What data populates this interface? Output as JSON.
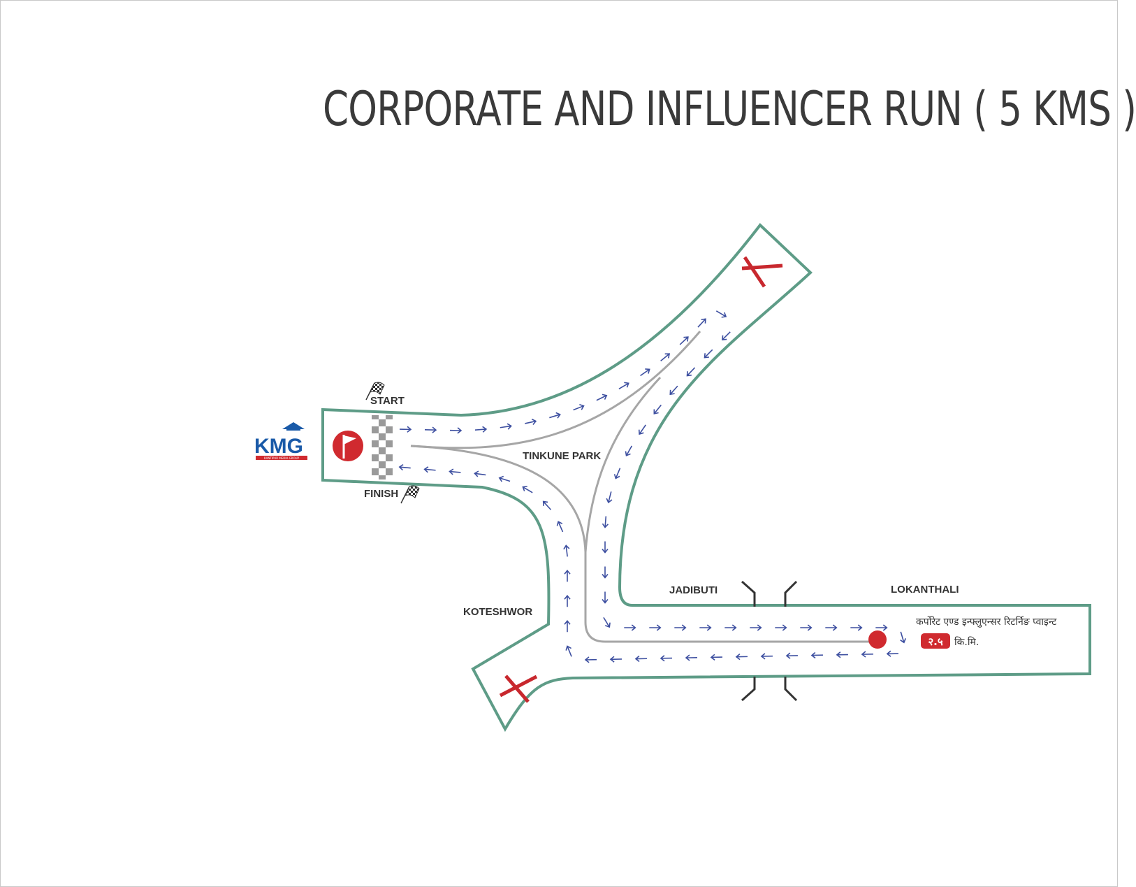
{
  "title": "CORPORATE AND  INFLUENCER  RUN ( 5 KMS )",
  "logo": {
    "text": "KMG",
    "subtitle": "KANTIPUR MEDIA GROUP"
  },
  "labels": {
    "start": "START",
    "finish": "FINISH",
    "tinkune_park": "TINKUNE PARK",
    "jadibuti": "JADIBUTI",
    "lokanthali": "LOKANTHALI",
    "koteshwor": "KOTESHWOR"
  },
  "turnaround": {
    "label": "कर्पोरेट एण्ड इन्फ्लुएन्सर रिटर्निङ प्वाइन्ट",
    "distance": "२.५",
    "unit": "कि.मि."
  },
  "icons": {
    "start_flag": "checkered-flag-icon",
    "finish_flag": "checkered-flag-icon",
    "start_marker": "red-flag-icon",
    "closed_road_top": "red-x-icon",
    "closed_road_bottom": "red-x-icon",
    "return_point": "red-dot-icon"
  },
  "colors": {
    "road_outline": "#5e9c87",
    "arrow": "#3d4fa0",
    "median": "#a6a6a6",
    "red": "#d02a2f",
    "title": "#3a3a3a",
    "logo_blue": "#1a5aa8"
  }
}
